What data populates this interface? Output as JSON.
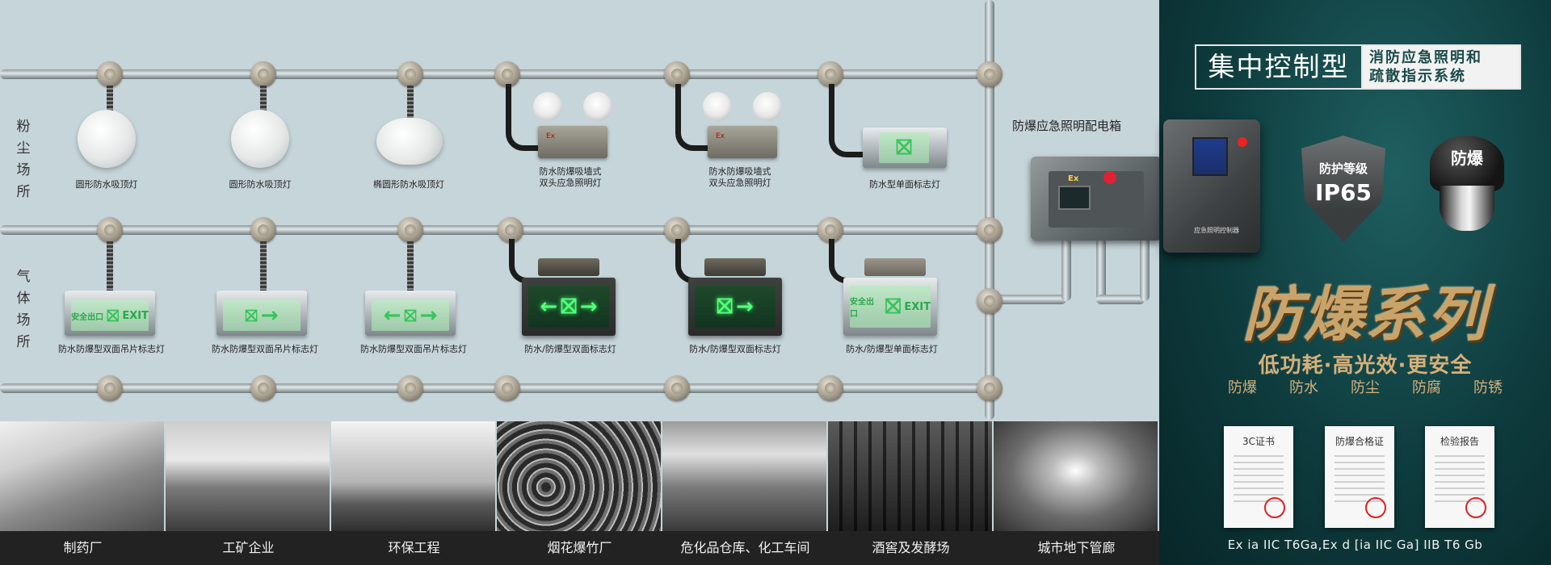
{
  "zones": {
    "dust": "粉尘场所",
    "gas": "气体场所"
  },
  "row1_labels": [
    "圆形防水吸顶灯",
    "圆形防水吸顶灯",
    "椭圆形防水吸顶灯",
    "防水防爆吸墙式\n双头应急照明灯",
    "防水防爆吸墙式\n双头应急照明灯",
    "防水型单面标志灯"
  ],
  "row2_labels": [
    "防水防爆型双面吊片标志灯",
    "防水防爆型双面吊片标志灯",
    "防水防爆型双面吊片标志灯",
    "防水/防爆型双面标志灯",
    "防水/防爆型双面标志灯",
    "防水/防爆型单面标志灯"
  ],
  "sign_text": {
    "exit": "EXIT",
    "safe": "安全出口",
    "ex": "Ex"
  },
  "distribution_box": {
    "label": "防爆应急照明配电箱"
  },
  "cabinet": {
    "label": "应急照明控制器"
  },
  "title": {
    "main": "集中控制型",
    "sub_line1": "消防应急照明和",
    "sub_line2": "疏散指示系统"
  },
  "shield": {
    "line1": "防护等级",
    "line2": "IP65"
  },
  "helmet": {
    "label": "防爆"
  },
  "series": {
    "title": "防爆系列",
    "slogan": "低功耗·高光效·更安全",
    "features": [
      "防爆",
      "防水",
      "防尘",
      "防腐",
      "防锈"
    ]
  },
  "certificates": [
    "3C证书",
    "防爆合格证",
    "检验报告"
  ],
  "code": "Ex ia IIC T6Ga,Ex d [ia IIC Ga] IIB T6 Gb",
  "scenes": [
    "制药厂",
    "工矿企业",
    "环保工程",
    "烟花爆竹厂",
    "危化品仓库、化工车间",
    "酒窖及发酵场",
    "城市地下管廊"
  ],
  "colors": {
    "panel_bg": "#c6d5da",
    "right_bg": "#0e3b3d",
    "gold": "#c9a46a",
    "exit_green": "#37c45a"
  }
}
